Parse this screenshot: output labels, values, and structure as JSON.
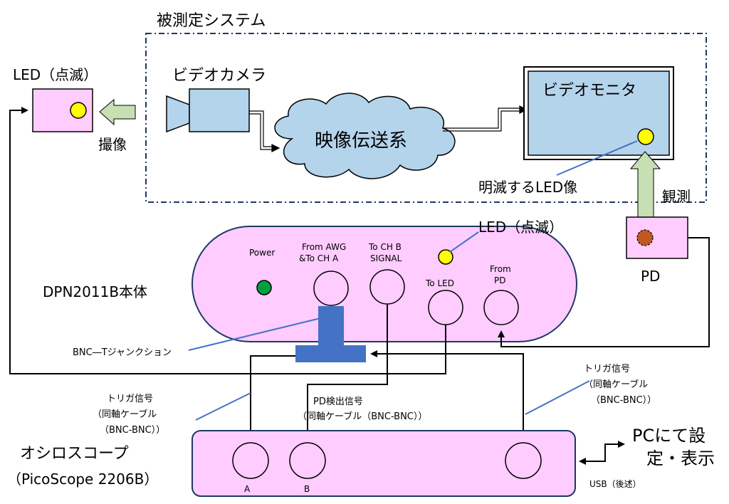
{
  "system_label": "被測定システム",
  "led_top_label": "LED（点滅）",
  "capture_label": "撮像",
  "camera_label": "ビデオカメラ",
  "transmission_label": "映像伝送系",
  "monitor_label": "ビデオモニタ",
  "blinking_led_label": "明滅するLED像",
  "observe_label": "観測",
  "pd_label": "PD",
  "device": {
    "name": "DPN2011B本体",
    "led_label": "LED（点滅）",
    "power_label": "Power",
    "awg_line1": "From AWG",
    "awg_line2": "&To CH A",
    "chb_line1": "To CH B",
    "chb_line2": "SIGNAL",
    "to_led": "To LED",
    "from_pd_line1": "From",
    "from_pd_line2": "PD"
  },
  "bnc_t_label": "BNC―Tジャンクション",
  "trigger_left": {
    "line1": "トリガ信号",
    "line2": "（同軸ケーブル",
    "line3": "（BNC-BNC））"
  },
  "pd_detect": {
    "line1": "PD検出信号",
    "line2": "（同軸ケーブル（BNC-BNC））"
  },
  "trigger_right": {
    "line1": "トリガ信号",
    "line2": "（同軸ケーブル",
    "line3": "（BNC-BNC））"
  },
  "scope": {
    "name": "オシロスコープ",
    "model": "（PicoScope 2206B）",
    "ch_a": "A",
    "ch_b": "B"
  },
  "pc": {
    "line1": "PCにて設",
    "line2": "定・表示"
  },
  "usb_label": "USB（後述）",
  "colors": {
    "pink": "#ffccff",
    "blue_box": "#b4d4ec",
    "led_yellow": "#ffff00",
    "power_green": "#00a040",
    "pd_orange": "#c05820",
    "junction_blue": "#4472c4",
    "arrow_green": "#c6e0b4",
    "callout_blue": "#4472c4"
  }
}
